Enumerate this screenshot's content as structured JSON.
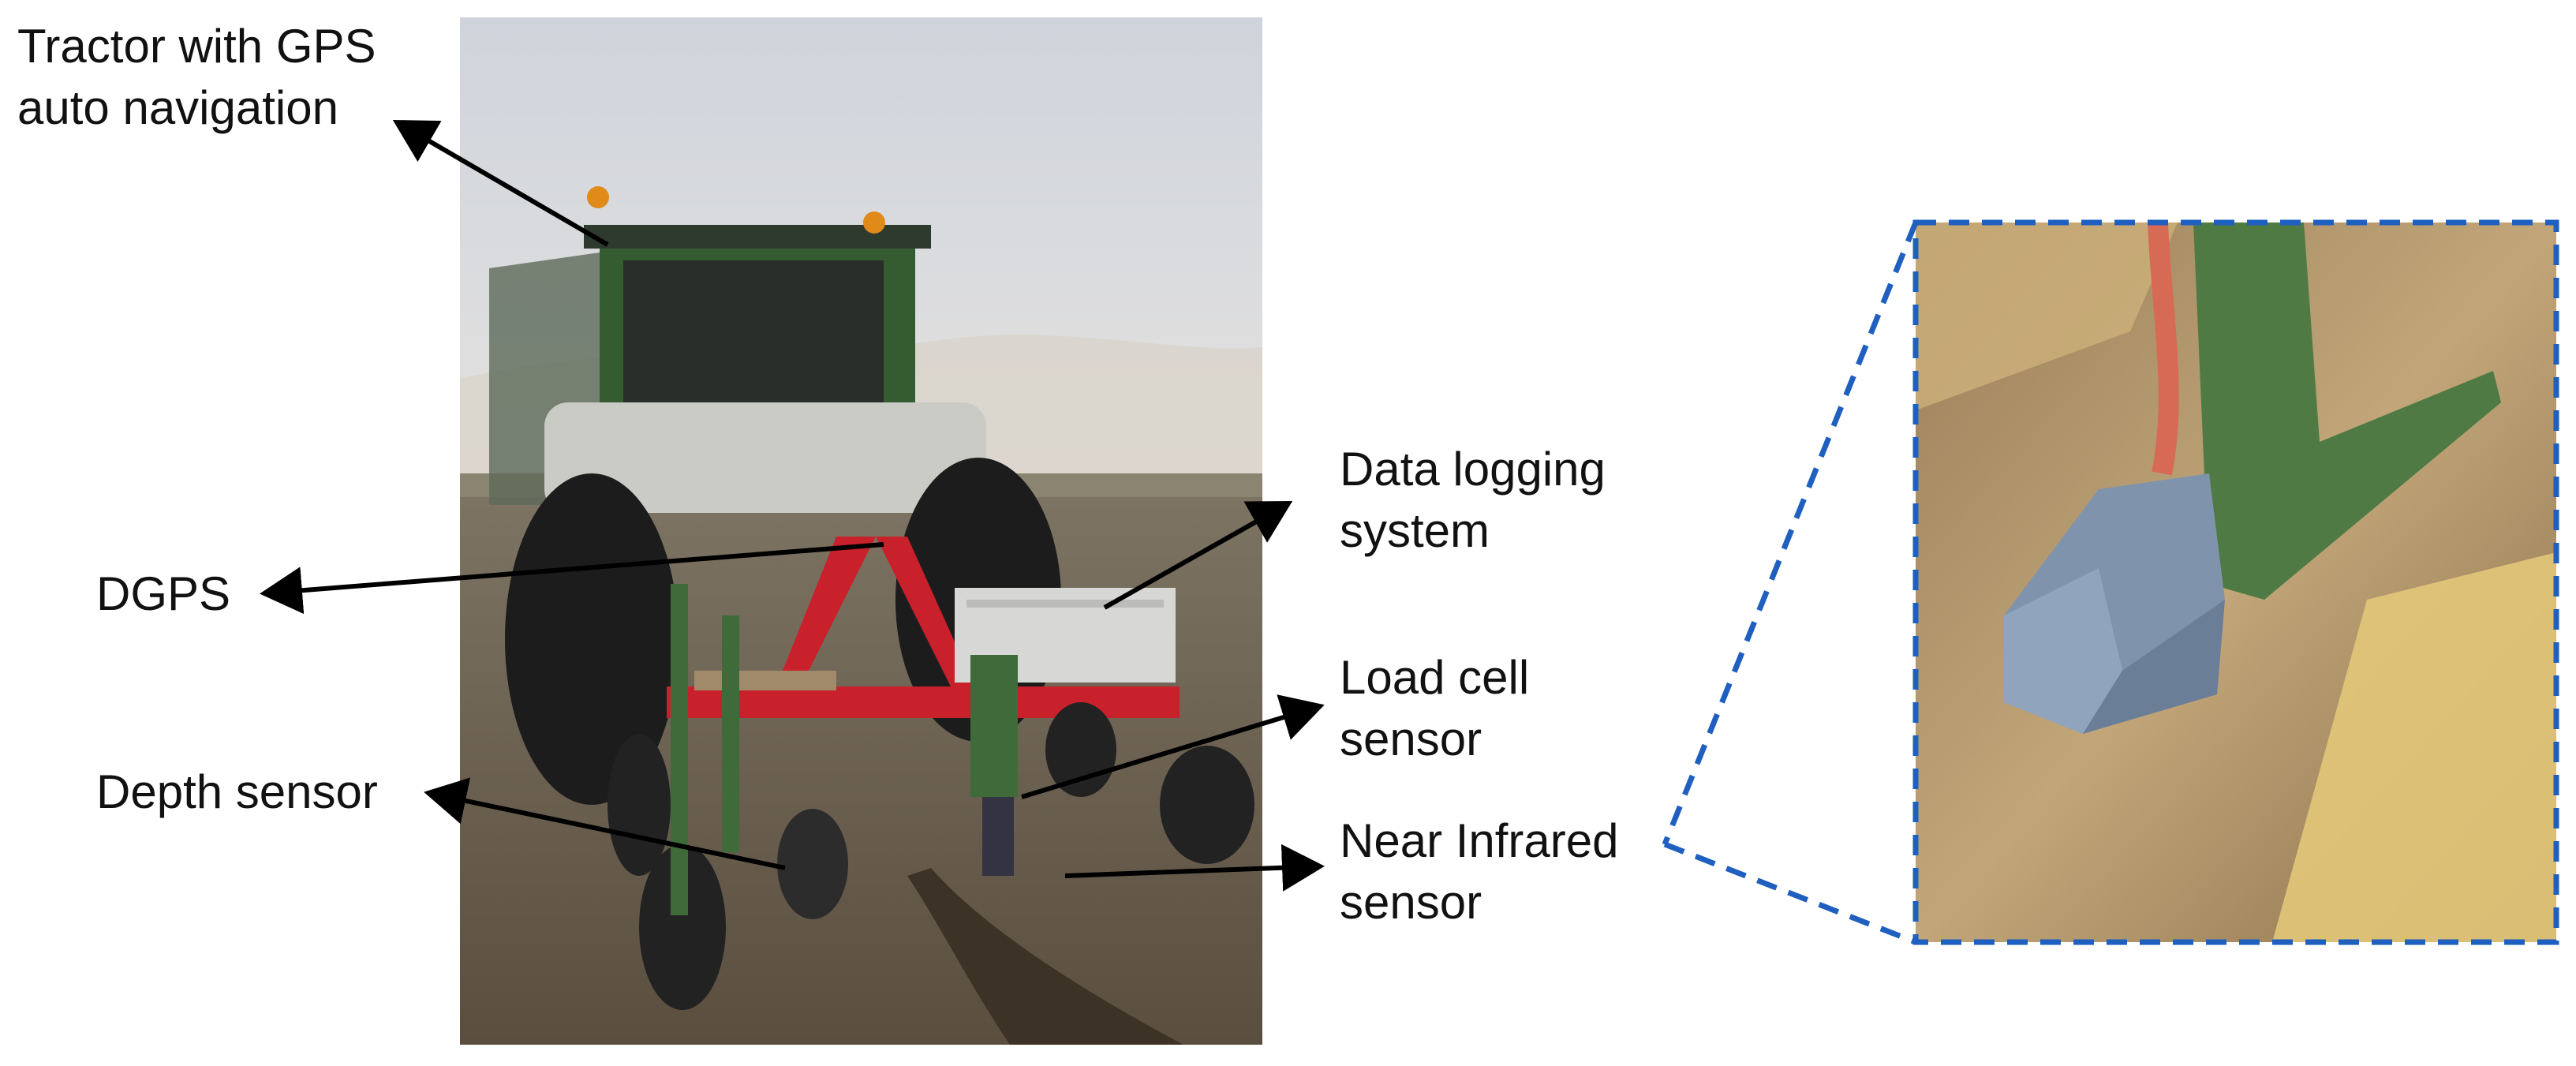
{
  "labels": {
    "tractor": [
      "Tractor with GPS",
      "auto navigation"
    ],
    "dgps": [
      "DGPS"
    ],
    "depth": [
      "Depth sensor"
    ],
    "logging": [
      "Data logging",
      "system"
    ],
    "loadcell": [
      "Load cell",
      "sensor"
    ],
    "nir": [
      "Near Infrared",
      "sensor"
    ]
  },
  "colors": {
    "text": "#111111",
    "arrow": "#000000",
    "zoom_frame": "#1f5fbf",
    "tractor_body": "#3f6b3a",
    "frame_red": "#c8212c",
    "sensor_blue": "#7f93ac"
  }
}
